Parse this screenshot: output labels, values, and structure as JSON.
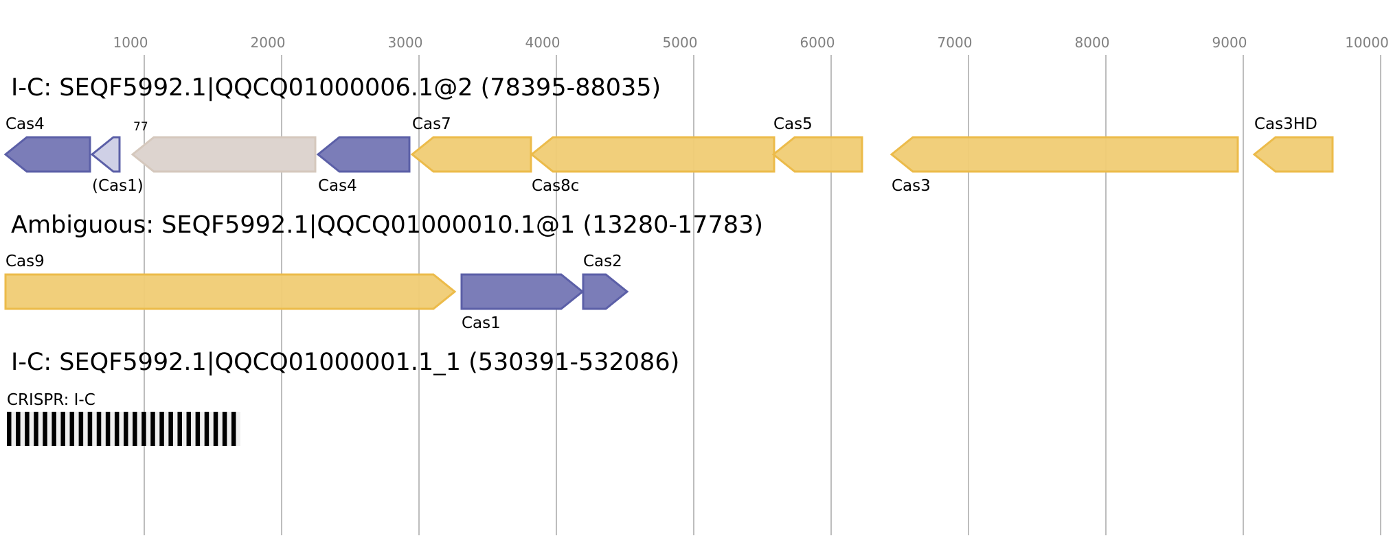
{
  "axis": {
    "ticks": [
      1000,
      2000,
      3000,
      4000,
      5000,
      6000,
      7000,
      8000,
      9000,
      10000
    ],
    "range": [
      0,
      10090
    ]
  },
  "colors": {
    "purple_fill": "#7b7db8",
    "purple_stroke": "#5b5fa7",
    "pale_purple_fill": "#cfd0e6",
    "gold_fill": "#f0cc74",
    "gold_stroke": "#ecbb4a",
    "beige_fill": "#ddd4cf",
    "beige_stroke": "#d5c8bd",
    "crispr_repeat": "#000000",
    "crispr_spacer": "#efefef"
  },
  "tracks": [
    {
      "title": "I-C: SEQF5992.1|QQCQ01000006.1@2 (78395-88035)",
      "genes": [
        {
          "name": "Cas4",
          "start": -10,
          "end": 605,
          "strand": "-",
          "style": "purple",
          "label_pos": "above"
        },
        {
          "name": "(Cas1)",
          "start": 620,
          "end": 820,
          "strand": "-",
          "style": "pale_purple",
          "label_pos": "below"
        },
        {
          "name": "77",
          "start": 915,
          "end": 2245,
          "strand": "-",
          "style": "beige",
          "label_pos": "above",
          "small": true
        },
        {
          "name": "Cas4",
          "start": 2265,
          "end": 2930,
          "strand": "-",
          "style": "purple",
          "label_pos": "below"
        },
        {
          "name": "Cas7",
          "start": 2950,
          "end": 3815,
          "strand": "-",
          "style": "gold",
          "label_pos": "above"
        },
        {
          "name": "Cas8c",
          "start": 3820,
          "end": 5585,
          "strand": "-",
          "style": "gold",
          "label_pos": "below"
        },
        {
          "name": "Cas5",
          "start": 5580,
          "end": 6225,
          "strand": "-",
          "style": "gold",
          "label_pos": "above"
        },
        {
          "name": "Cas3",
          "start": 6440,
          "end": 8960,
          "strand": "-",
          "style": "gold",
          "label_pos": "below"
        },
        {
          "name": "Cas3HD",
          "start": 9080,
          "end": 9650,
          "strand": "-",
          "style": "gold",
          "label_pos": "above"
        }
      ]
    },
    {
      "title": "Ambiguous: SEQF5992.1|QQCQ01000010.1@1 (13280-17783)",
      "genes": [
        {
          "name": "Cas9",
          "start": -10,
          "end": 3260,
          "strand": "+",
          "style": "gold",
          "label_pos": "above"
        },
        {
          "name": "Cas1",
          "start": 3310,
          "end": 4190,
          "strand": "+",
          "style": "purple",
          "label_pos": "below"
        },
        {
          "name": "Cas2",
          "start": 4195,
          "end": 4515,
          "strand": "+",
          "style": "purple",
          "label_pos": "above"
        }
      ]
    },
    {
      "title": "I-C: SEQF5992.1|QQCQ01000001.1_1 (530391-532086)",
      "crispr": {
        "label": "CRISPR: I-C",
        "start": 0,
        "end": 1700,
        "repeat_count": 26
      }
    }
  ]
}
